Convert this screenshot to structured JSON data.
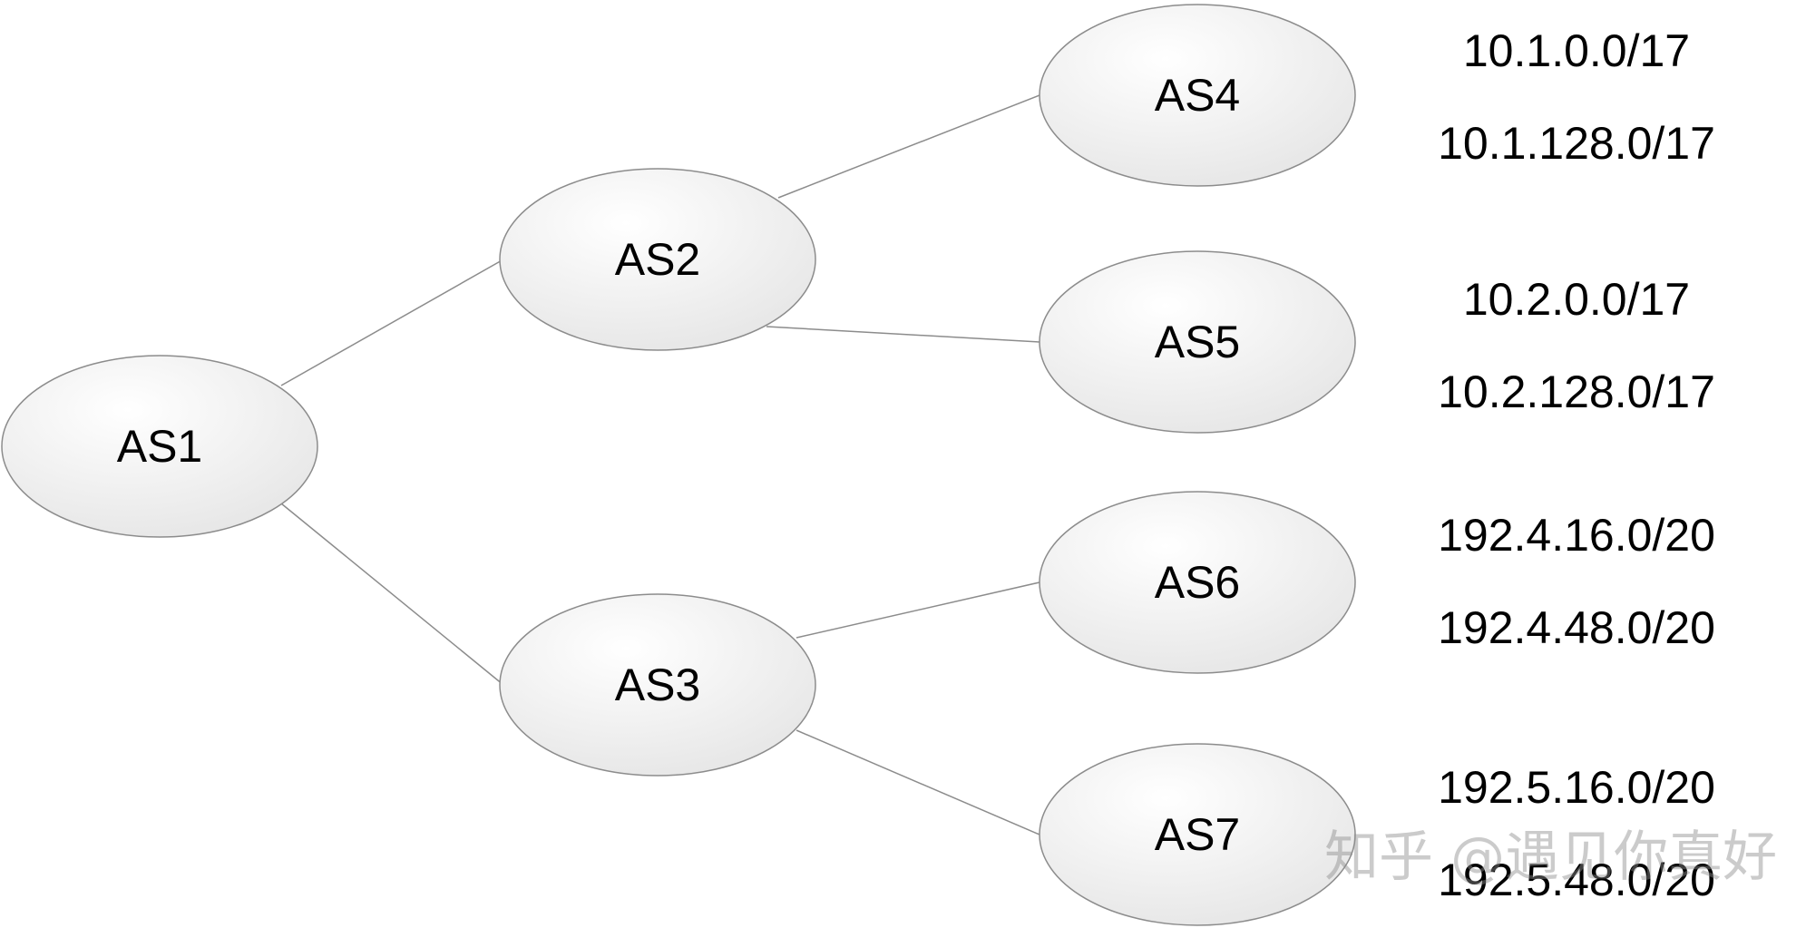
{
  "diagram": {
    "nodes": [
      {
        "id": "as1",
        "label": "AS1"
      },
      {
        "id": "as2",
        "label": "AS2"
      },
      {
        "id": "as3",
        "label": "AS3"
      },
      {
        "id": "as4",
        "label": "AS4"
      },
      {
        "id": "as5",
        "label": "AS5"
      },
      {
        "id": "as6",
        "label": "AS6"
      },
      {
        "id": "as7",
        "label": "AS7"
      }
    ],
    "edges": [
      {
        "from": "AS1",
        "to": "AS2"
      },
      {
        "from": "AS1",
        "to": "AS3"
      },
      {
        "from": "AS2",
        "to": "AS4"
      },
      {
        "from": "AS2",
        "to": "AS5"
      },
      {
        "from": "AS3",
        "to": "AS6"
      },
      {
        "from": "AS3",
        "to": "AS7"
      }
    ],
    "prefixes": {
      "as4": [
        "10.1.0.0/17",
        "10.1.128.0/17"
      ],
      "as5": [
        "10.2.0.0/17",
        "10.2.128.0/17"
      ],
      "as6": [
        "192.4.16.0/20",
        "192.4.48.0/20"
      ],
      "as7": [
        "192.5.16.0/20",
        "192.5.48.0/20"
      ]
    },
    "watermark": "知乎 @遇见你真好"
  },
  "colors": {
    "node_fill_light": "#ffffff",
    "node_fill_dark": "#e6e6e6",
    "node_stroke": "#8c8c8c",
    "edge": "#8c8c8c"
  }
}
